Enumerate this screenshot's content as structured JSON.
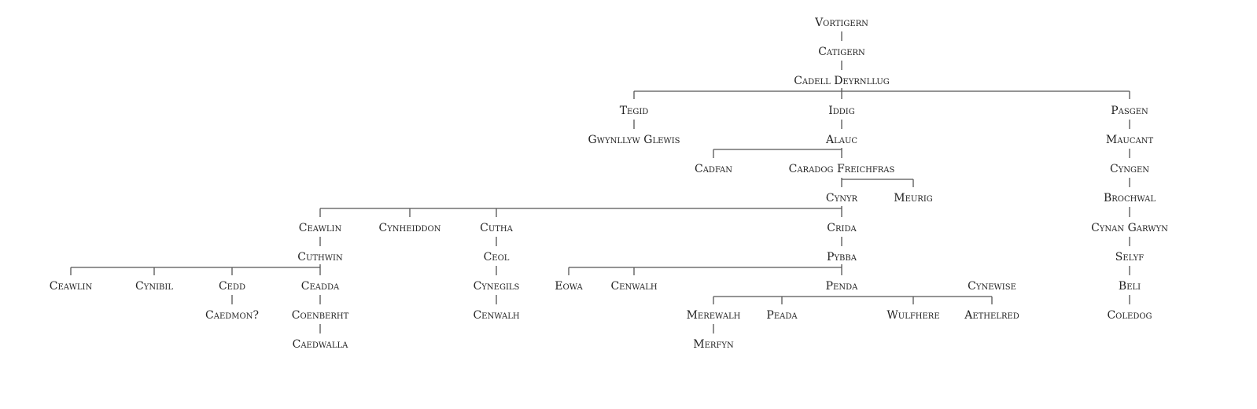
{
  "people": {
    "vortigern": "Vortigern",
    "catigern": "Catigern",
    "cadell": "Cadell Deyrnllug",
    "tegid": "Tegid",
    "iddig": "Iddig",
    "pasgen": "Pasgen",
    "gwynllyw": "Gwynllyw Glewis",
    "alauc": "Alauc",
    "maucant": "Maucant",
    "cadfan": "Cadfan",
    "caradog": "Caradog Freichfras",
    "cyngen": "Cyngen",
    "cynyr": "Cynyr",
    "meurig": "Meurig",
    "brochwal": "Brochwal",
    "ceawlin1": "Ceawlin",
    "cynheiddon": "Cynheiddon",
    "cutha": "Cutha",
    "crida": "Crida",
    "cynan": "Cynan Garwyn",
    "cuthwin": "Cuthwin",
    "ceol": "Ceol",
    "pybba": "Pybba",
    "selyf": "Selyf",
    "ceawlin2": "Ceawlin",
    "cynibil": "Cynibil",
    "cedd": "Cedd",
    "ceadda": "Ceadda",
    "cynegils": "Cynegils",
    "eowa": "Eowa",
    "cenwalh1": "Cenwalh",
    "penda": "Penda",
    "cynewise": "Cynewise",
    "beli": "Beli",
    "caedmon": "Caedmon?",
    "coenberht": "Coenberht",
    "cenwalh2": "Cenwalh",
    "merewalh": "Merewalh",
    "peada": "Peada",
    "wulfhere": "Wulfhere",
    "aethelred": "Aethelred",
    "coledog": "Coledog",
    "caedwalla": "Caedwalla",
    "merfyn": "Merfyn"
  }
}
